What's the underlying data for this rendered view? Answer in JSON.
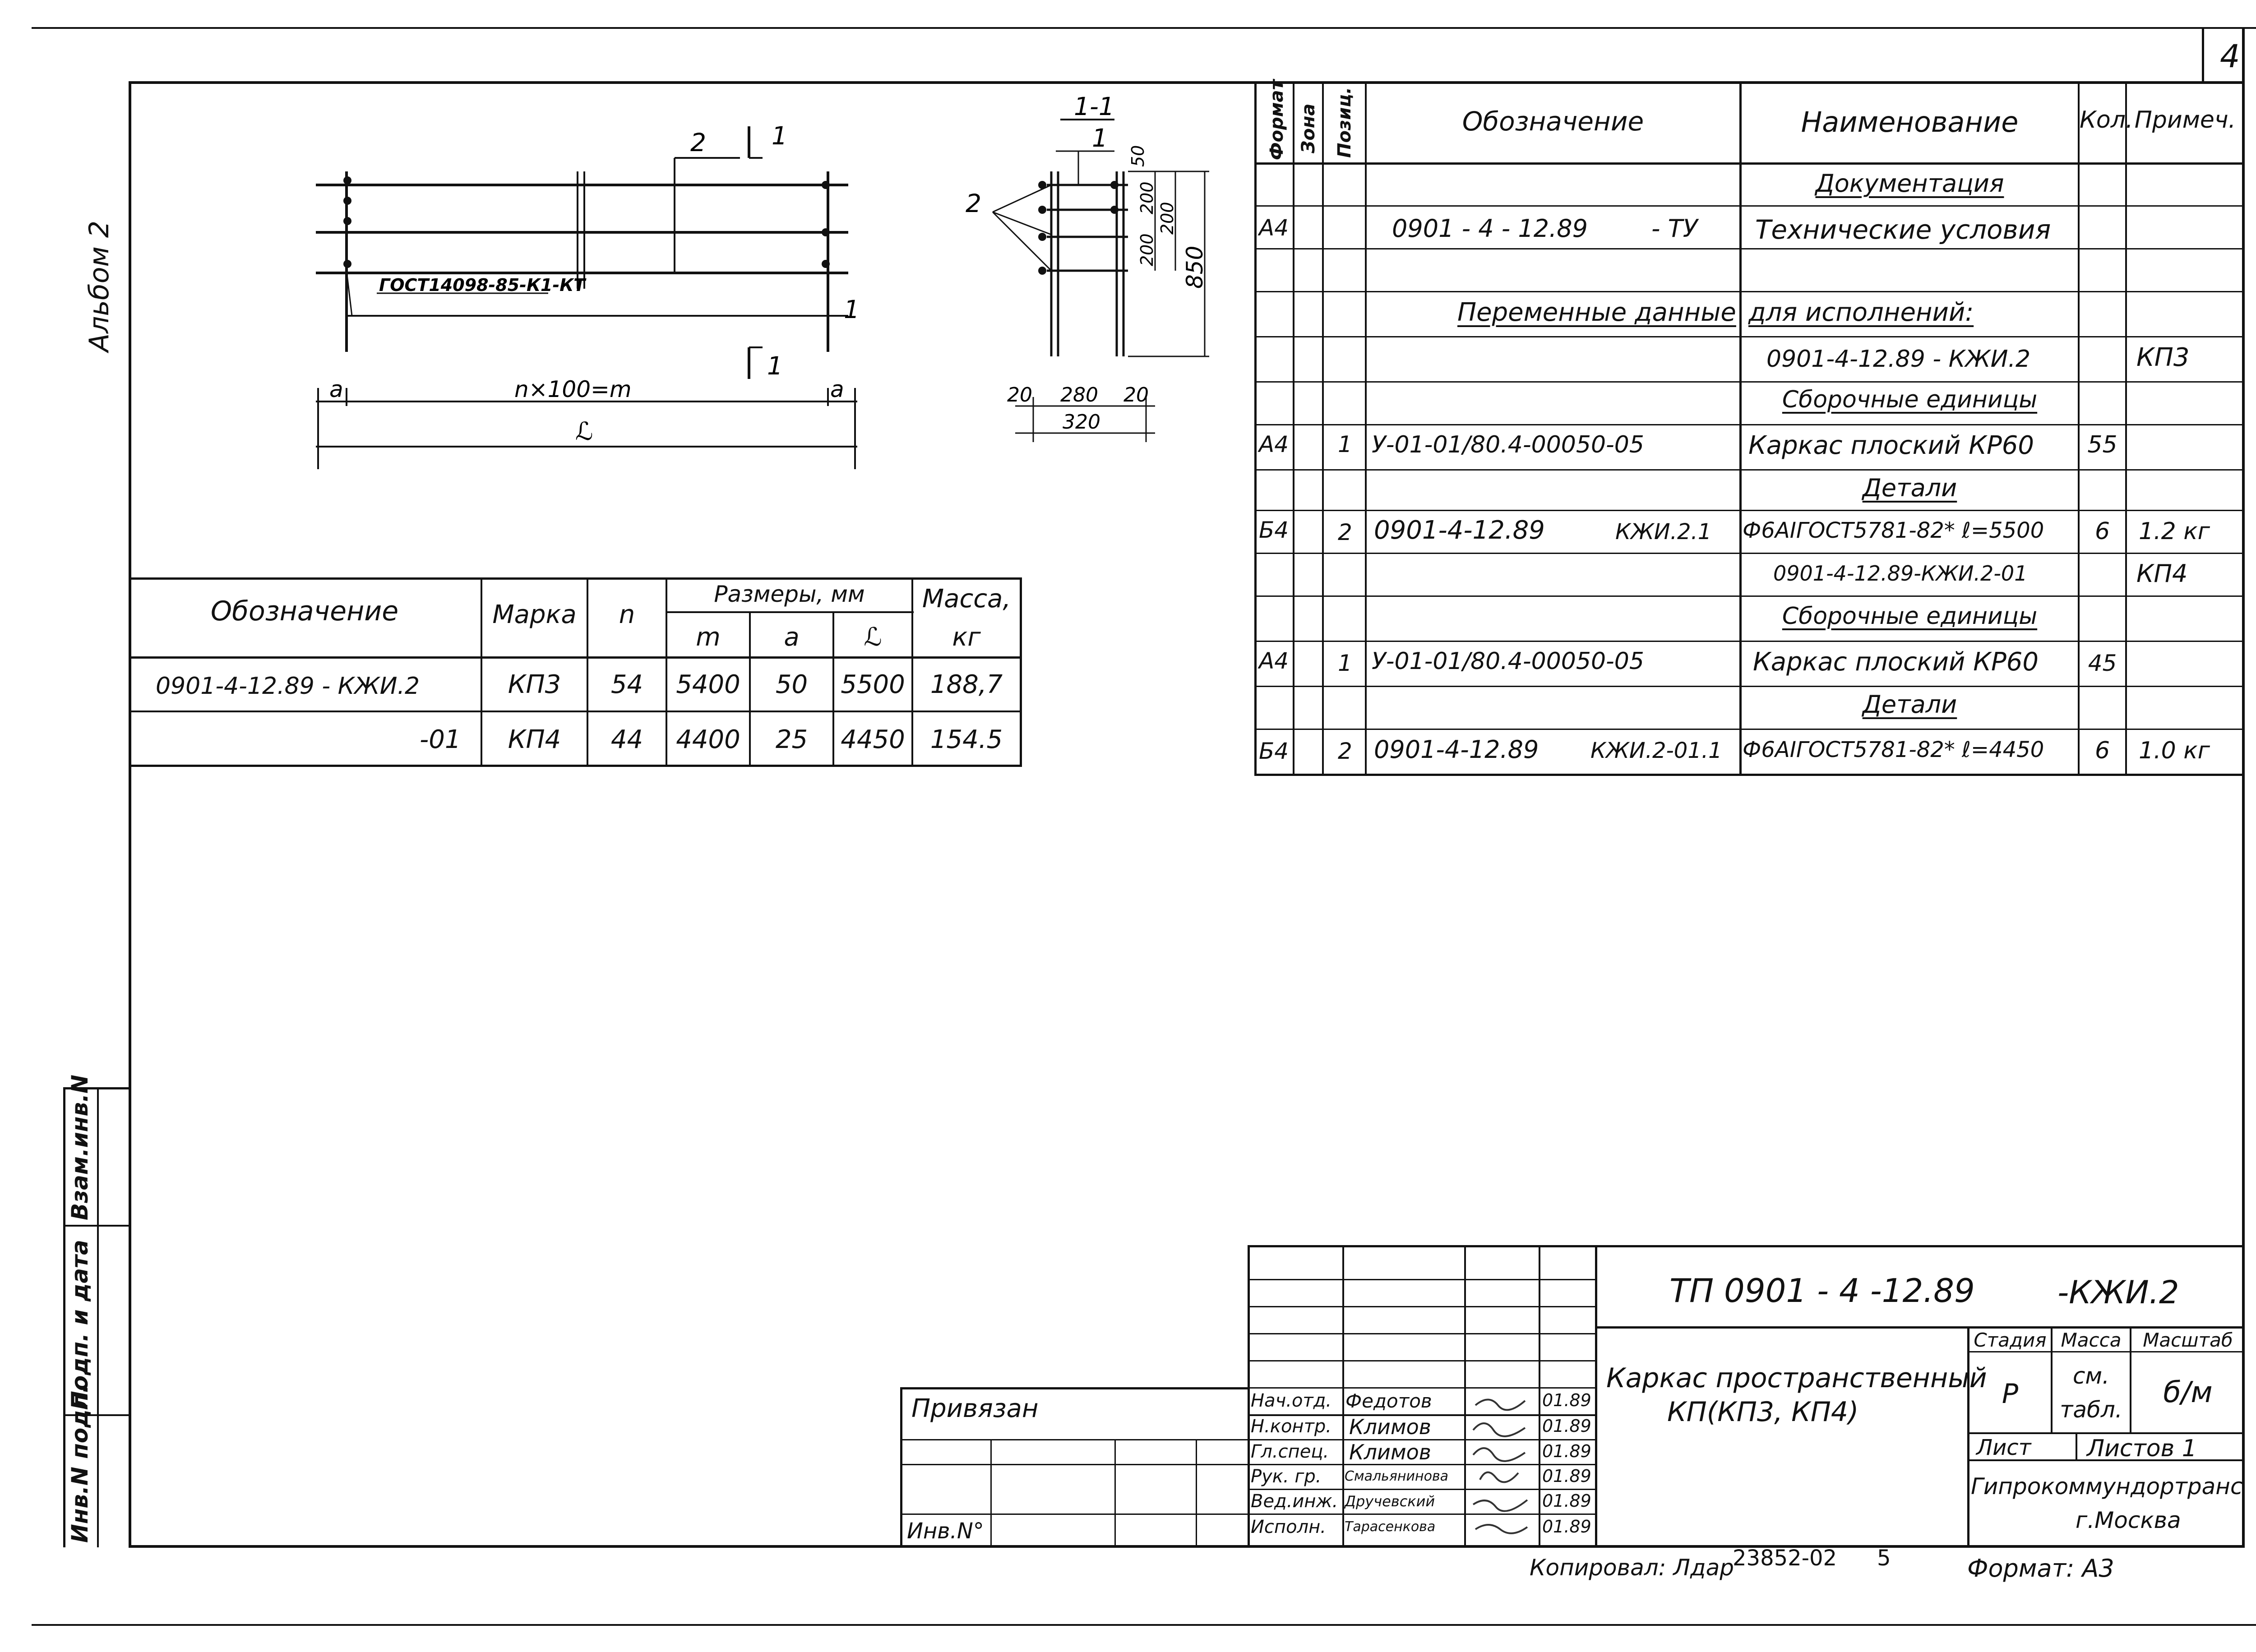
{
  "page_number": "4",
  "side_label": "Альбом 2",
  "left_stamp": {
    "inv_podl": "Инв.N подл.",
    "podp_data": "Подп. и дата",
    "vzam": "Взам.инв.N"
  },
  "drawing": {
    "callout_2": "2",
    "callout_1": "1",
    "gost_label": "ГОСТ14098-85-К1-КТ",
    "dim_a": "a",
    "dim_nm": "n×100=m",
    "dim_L": "ℒ",
    "section_title": "1-1",
    "sec_callout_1": "1",
    "sec_callout_2": "2",
    "sec_dim_50": "50",
    "sec_dim_200a": "200",
    "sec_dim_200b": "200",
    "sec_dim_200c": "200",
    "sec_dim_850": "850",
    "sec_dim_20a": "20",
    "sec_dim_280": "280",
    "sec_dim_20b": "20",
    "sec_dim_320": "320"
  },
  "size_table": {
    "h_oboz": "Обозначение",
    "h_marka": "Марка",
    "h_n": "n",
    "h_razm": "Размеры, мм",
    "h_m": "m",
    "h_a": "a",
    "h_L": "ℒ",
    "h_massa": "Масса,",
    "h_kg": "кг",
    "rows": [
      {
        "oboz": "0901-4-12.89 - КЖИ.2",
        "marka": "КП3",
        "n": "54",
        "m": "5400",
        "a": "50",
        "L": "5500",
        "massa": "188,7"
      },
      {
        "oboz": "-01",
        "marka": "КП4",
        "n": "44",
        "m": "4400",
        "a": "25",
        "L": "4450",
        "massa": "154.5"
      }
    ]
  },
  "spec": {
    "h_format": "Формат",
    "h_zona": "Зона",
    "h_poz": "Позиц.",
    "h_oboz": "Обозначение",
    "h_naim": "Наименование",
    "h_kol": "Кол.",
    "h_prim": "Примеч.",
    "rows": [
      {
        "f": "",
        "z": "",
        "p": "",
        "o": "",
        "o2": "",
        "n": "Документация",
        "nu": true,
        "k": "",
        "pr": ""
      },
      {
        "f": "А4",
        "z": "",
        "p": "",
        "o": "0901 - 4 - 12.89",
        "o2": "- ТУ",
        "n": "Технические условия",
        "nu": false,
        "k": "",
        "pr": ""
      },
      {
        "f": "",
        "z": "",
        "p": "",
        "o": "",
        "o2": "",
        "n": "",
        "nu": false,
        "k": "",
        "pr": ""
      },
      {
        "f": "",
        "z": "",
        "p": "",
        "o": "Переменные   данные",
        "o2": "",
        "ou": true,
        "n": "для  исполнений:",
        "nu": true,
        "k": "",
        "pr": ""
      },
      {
        "f": "",
        "z": "",
        "p": "",
        "o": "",
        "o2": "",
        "n": "0901-4-12.89 - КЖИ.2",
        "nu": false,
        "k": "",
        "pr": "КП3"
      },
      {
        "f": "",
        "z": "",
        "p": "",
        "o": "",
        "o2": "",
        "n": "Сборочные единицы",
        "nu": true,
        "k": "",
        "pr": ""
      },
      {
        "f": "А4",
        "z": "",
        "p": "1",
        "o": "У-01-01/80.4-00050-05",
        "o2": "",
        "n": "Каркас плоский КР60",
        "nu": false,
        "k": "55",
        "pr": ""
      },
      {
        "f": "",
        "z": "",
        "p": "",
        "o": "",
        "o2": "",
        "n": "Детали",
        "nu": true,
        "k": "",
        "pr": ""
      },
      {
        "f": "Б4",
        "z": "",
        "p": "2",
        "o": "0901-4-12.89",
        "o2": "КЖИ.2.1",
        "n": "Ф6АIГОСТ5781-82* ℓ=5500",
        "nu": false,
        "k": "6",
        "pr": "1.2 кг"
      },
      {
        "f": "",
        "z": "",
        "p": "",
        "o": "",
        "o2": "",
        "n": "0901-4-12.89-КЖИ.2-01",
        "nu": false,
        "k": "",
        "pr": "КП4"
      },
      {
        "f": "",
        "z": "",
        "p": "",
        "o": "",
        "o2": "",
        "n": "Сборочные единицы",
        "nu": true,
        "k": "",
        "pr": ""
      },
      {
        "f": "А4",
        "z": "",
        "p": "1",
        "o": "У-01-01/80.4-00050-05",
        "o2": "",
        "n": "Каркас плоский КР60",
        "nu": false,
        "k": "45",
        "pr": ""
      },
      {
        "f": "",
        "z": "",
        "p": "",
        "o": "",
        "o2": "",
        "n": "Детали",
        "nu": true,
        "k": "",
        "pr": ""
      },
      {
        "f": "Б4",
        "z": "",
        "p": "2",
        "o": "0901-4-12.89",
        "o2": "КЖИ.2-01.1",
        "n": "Ф6АIГОСТ5781-82* ℓ=4450",
        "nu": false,
        "k": "6",
        "pr": "1.0 кг"
      }
    ]
  },
  "title_block": {
    "privyazan": "Привязан",
    "inv_n": "Инв.N°",
    "code": "ТП 0901 - 4 -12.89",
    "code2": "-КЖИ.2",
    "name_line1": "Каркас пространственный",
    "name_line2": "КП(КП3, КП4)",
    "h_stadia": "Стадия",
    "h_massa": "Масса",
    "h_masshtab": "Масштаб",
    "stadia": "Р",
    "massa1": "см.",
    "massa2": "табл.",
    "masshtab": "б/м",
    "list": "Лист",
    "listov": "Листов 1",
    "org1": "Гипрокоммундортранс",
    "org2": "г.Москва",
    "signers": [
      {
        "role": "Нач.отд.",
        "name": "Федотов",
        "date": "01.89"
      },
      {
        "role": "Н.контр.",
        "name": "Климов",
        "date": "01.89"
      },
      {
        "role": "Гл.спец.",
        "name": "Климов",
        "date": "01.89"
      },
      {
        "role": "Рук. гр.",
        "name": "Смальянинова",
        "date": "01.89"
      },
      {
        "role": "Вед.инж.",
        "name": "Дручевский",
        "date": "01.89"
      },
      {
        "role": "Исполн.",
        "name": "Тарасенкова",
        "date": "01.89"
      }
    ]
  },
  "footer": {
    "copied": "Копировал: Лдар",
    "number": "23852-02",
    "sheet": "5",
    "format": "Формат: А3"
  }
}
